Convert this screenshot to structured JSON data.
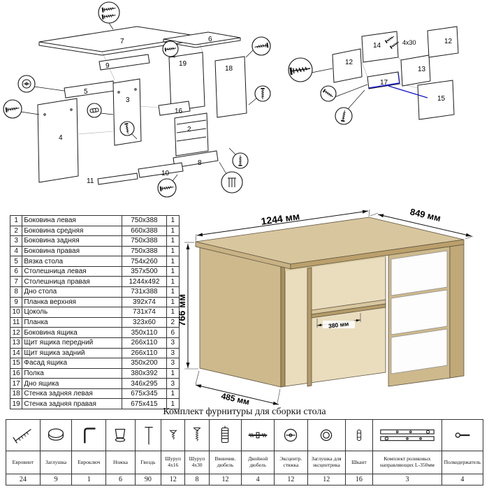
{
  "parts_table": {
    "rows": [
      {
        "num": "1",
        "name": "Боковина левая",
        "size": "750x388",
        "qty": "1"
      },
      {
        "num": "2",
        "name": "Боковина средняя",
        "size": "660x388",
        "qty": "1"
      },
      {
        "num": "3",
        "name": "Боковина задняя",
        "size": "750x388",
        "qty": "1"
      },
      {
        "num": "4",
        "name": "Боковина правая",
        "size": "750x388",
        "qty": "1"
      },
      {
        "num": "5",
        "name": "Вязка стола",
        "size": "754x260",
        "qty": "1"
      },
      {
        "num": "6",
        "name": "Столешница левая",
        "size": "357x500",
        "qty": "1"
      },
      {
        "num": "7",
        "name": "Столешница правая",
        "size": "1244x492",
        "qty": "1"
      },
      {
        "num": "8",
        "name": "Дно стола",
        "size": "731x388",
        "qty": "1"
      },
      {
        "num": "9",
        "name": "Планка верхняя",
        "size": "392x74",
        "qty": "1"
      },
      {
        "num": "10",
        "name": "Цоколь",
        "size": "731x74",
        "qty": "1"
      },
      {
        "num": "11",
        "name": "Планка",
        "size": "323x60",
        "qty": "2"
      },
      {
        "num": "12",
        "name": "Боковина ящика",
        "size": "350x110",
        "qty": "6"
      },
      {
        "num": "13",
        "name": "Щит ящика передний",
        "size": "266x110",
        "qty": "3"
      },
      {
        "num": "14",
        "name": "Щит ящика задний",
        "size": "266x110",
        "qty": "3"
      },
      {
        "num": "15",
        "name": "Фасад ящика",
        "size": "350x200",
        "qty": "3"
      },
      {
        "num": "16",
        "name": "Полка",
        "size": "380x392",
        "qty": "1"
      },
      {
        "num": "17",
        "name": "Дно ящика",
        "size": "346x295",
        "qty": "3"
      },
      {
        "num": "18",
        "name": "Стенка задняя левая",
        "size": "675x345",
        "qty": "1"
      },
      {
        "num": "19",
        "name": "Стенка задняя правая",
        "size": "675x415",
        "qty": "1"
      }
    ]
  },
  "desk": {
    "dim_width": "1244 мм",
    "dim_depth_right": "849 мм",
    "dim_height": "766 мм",
    "dim_shelf": "380 мм",
    "dim_depth_left": "485 мм"
  },
  "exploded_left": {
    "labels": {
      "p7": "7",
      "p6": "6",
      "p19": "19",
      "p18": "18",
      "p9": "9",
      "p5": "5",
      "p3": "3",
      "p16": "16",
      "p2": "2",
      "p8": "8",
      "p10": "10",
      "p4": "4",
      "p11": "11"
    }
  },
  "exploded_right": {
    "labels": {
      "p14": "14",
      "p12a": "12",
      "p12b": "12",
      "p13": "13",
      "p17": "17",
      "p15": "15"
    },
    "screw_note": "4х30"
  },
  "hardware": {
    "caption": "Комплект фурнитуры для сборки стола",
    "items": [
      {
        "name": "Евровинт",
        "qty": "24",
        "icon": "confirmat-screw-icon"
      },
      {
        "name": "Заглушка",
        "qty": "9",
        "icon": "cap-icon"
      },
      {
        "name": "Евроключ",
        "qty": "1",
        "icon": "hex-key-icon"
      },
      {
        "name": "Ножка",
        "qty": "6",
        "icon": "leg-icon"
      },
      {
        "name": "Гвоздь",
        "qty": "90",
        "icon": "nail-icon"
      },
      {
        "name": "Шуруп 4х16",
        "qty": "12",
        "icon": "screw-short-icon"
      },
      {
        "name": "Шуруп 4х30",
        "qty": "8",
        "icon": "screw-long-icon"
      },
      {
        "name": "Ввинчив. дюбель",
        "qty": "12",
        "icon": "threaded-dowel-icon"
      },
      {
        "name": "Двойной дюбель",
        "qty": "4",
        "icon": "double-dowel-icon"
      },
      {
        "name": "Эксцентр. стяжка",
        "qty": "12",
        "icon": "cam-lock-icon"
      },
      {
        "name": "Заглушка для эксцентрика",
        "qty": "12",
        "icon": "cam-cap-icon"
      },
      {
        "name": "Шкант",
        "qty": "16",
        "icon": "wood-dowel-icon"
      },
      {
        "name": "Комплект роликовых направляющих L-350мм",
        "qty": "3",
        "icon": "drawer-slides-icon"
      },
      {
        "name": "Полкодержатель",
        "qty": "4",
        "icon": "shelf-pin-icon"
      }
    ]
  },
  "colors": {
    "wood": "#d8c69e",
    "wood_dark": "#bba06c",
    "wood_light": "#e9ddbe",
    "drawer": "#fdfdfd",
    "highlight": "#1a1ace"
  }
}
